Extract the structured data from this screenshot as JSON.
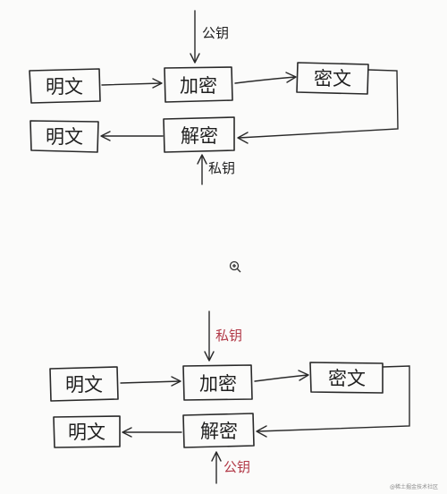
{
  "diagram_top": {
    "plaintext_in": "明文",
    "encrypt": "加密",
    "ciphertext": "密文",
    "decrypt": "解密",
    "plaintext_out": "明文",
    "encrypt_key": "公钥",
    "decrypt_key": "私钥"
  },
  "diagram_bottom": {
    "plaintext_in": "明文",
    "encrypt": "加密",
    "ciphertext": "密文",
    "decrypt": "解密",
    "plaintext_out": "明文",
    "encrypt_key": "私钥",
    "decrypt_key": "公钥"
  },
  "colors": {
    "ink": "#2a2a2a",
    "key_red": "#b23a48"
  },
  "icons": {
    "zoom": "zoom-in-icon"
  },
  "watermark": "@稀土掘金技术社区"
}
